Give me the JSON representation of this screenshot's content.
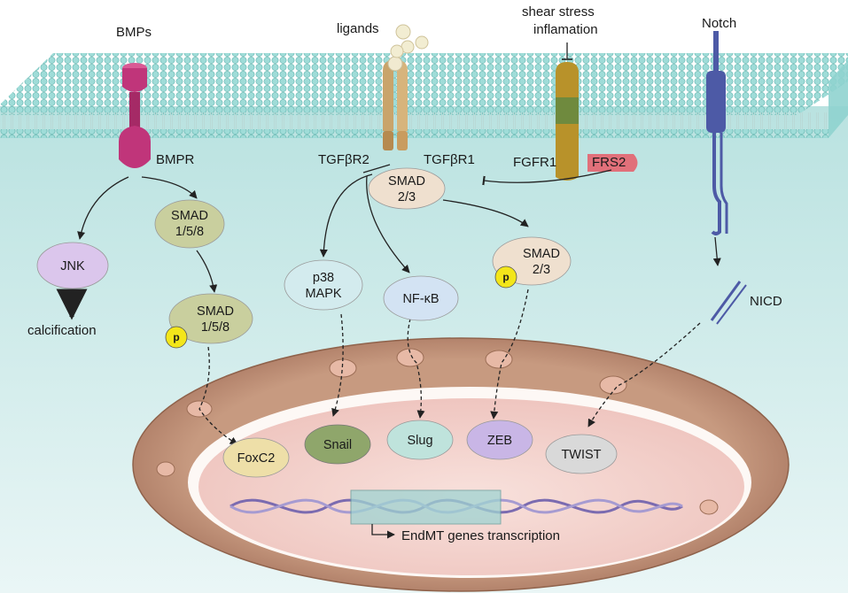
{
  "labels": {
    "bmps": "BMPs",
    "ligands": "ligands",
    "shear_stress": "shear stress",
    "inflamation": "inflamation",
    "notch": "Notch",
    "bmpr": "BMPR",
    "tgfbr2": "TGFβR2",
    "tgfbr1": "TGFβR1",
    "fgfr1": "FGFR1",
    "frs2": "FRS2",
    "calcification": "calcification",
    "nicd": "NICD",
    "endmt": "EndMT genes transcription",
    "p": "p"
  },
  "nodes": {
    "smad23_top": [
      "SMAD",
      "2/3"
    ],
    "smad158_top": [
      "SMAD",
      "1/5/8"
    ],
    "jnk": "JNK",
    "p38": [
      "p38",
      "MAPK"
    ],
    "nfkb": "NF-κB",
    "smad23_p": [
      "SMAD",
      "2/3"
    ],
    "smad158_p": [
      "SMAD",
      "1/5/8"
    ]
  },
  "transcription_factors": [
    "FoxC2",
    "Snail",
    "Slug",
    "ZEB",
    "TWIST"
  ],
  "colors": {
    "membrane_head": "#8fd3d0",
    "cytoplasm": "#cfe9e8",
    "nucleus_envelope": "#b98a6e",
    "nucleoplasm": "#f3d3cf",
    "bmpr": "#c0357a",
    "tgf_receptor": "#c9a46b",
    "fgfr": "#b8922a",
    "frs2": "#e1707a",
    "notch": "#4d5aa6",
    "phospho": "#f3e61a",
    "foxc2": "#eedfa8",
    "snail": "#8fa66b",
    "slug": "#bfe3dc",
    "zeb": "#c9b6e6",
    "twist": "#d9d9d9"
  }
}
